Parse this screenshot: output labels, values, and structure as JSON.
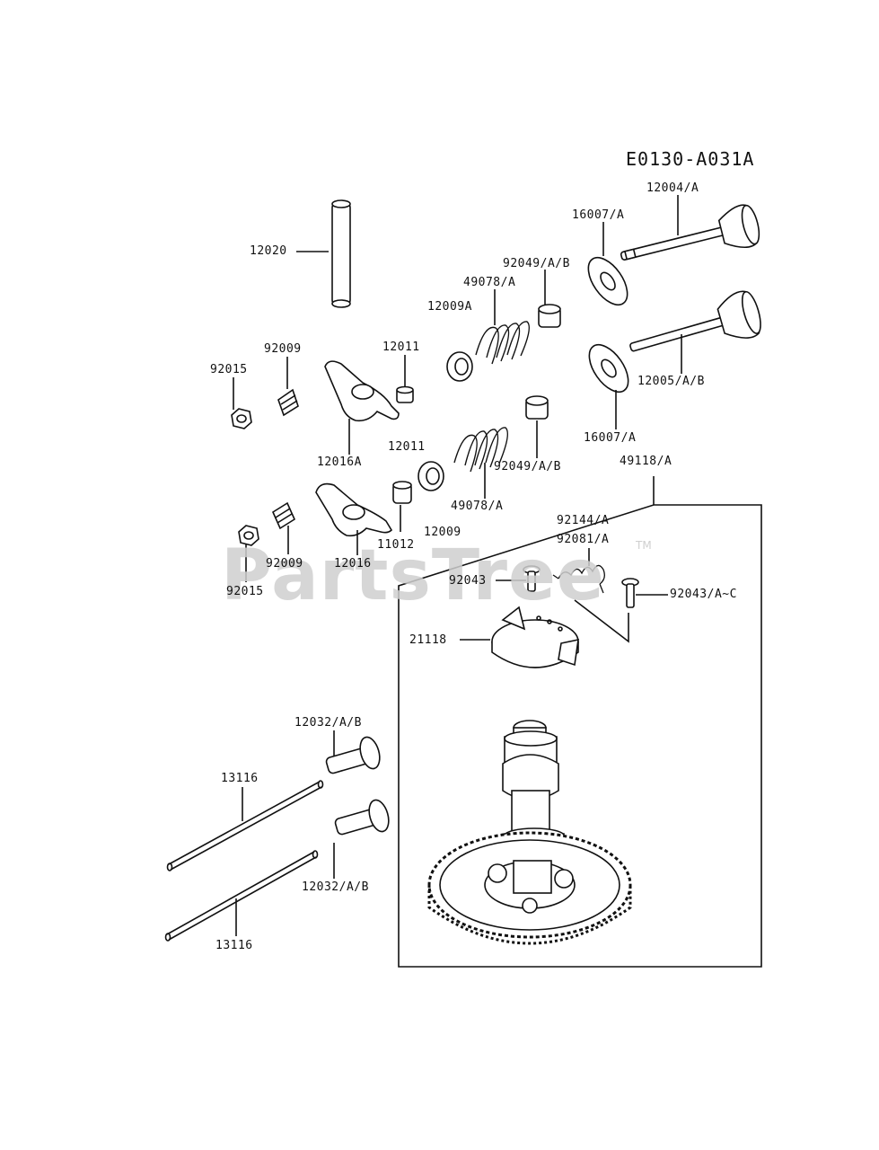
{
  "diagram_code": "E0130-A031A",
  "watermark": "PartsTree",
  "watermark_tm": "TM",
  "labels": {
    "p12020": "12020",
    "p12004": "12004/A",
    "p16007_top": "16007/A",
    "p92049_top": "92049/A/B",
    "p49078_top": "49078/A",
    "p12009A": "12009A",
    "p92009_top": "92009",
    "p92015_top": "92015",
    "p12011_top": "12011",
    "p12005": "12005/A/B",
    "p16007_bot": "16007/A",
    "p12016A": "12016A",
    "p12011_mid": "12011",
    "p92049_bot": "92049/A/B",
    "p49118": "49118/A",
    "p49078_bot": "49078/A",
    "p12009": "12009",
    "p11012": "11012",
    "p92009_bot": "92009",
    "p12016": "12016",
    "p92015_bot": "92015",
    "p92144": "92144/A",
    "p92081": "92081/A",
    "p92043": "92043",
    "p92043_ac": "92043/A~C",
    "p21118": "21118",
    "p12032_top": "12032/A/B",
    "p13116_top": "13116",
    "p12032_bot": "12032/A/B",
    "p13116_bot": "13116"
  }
}
